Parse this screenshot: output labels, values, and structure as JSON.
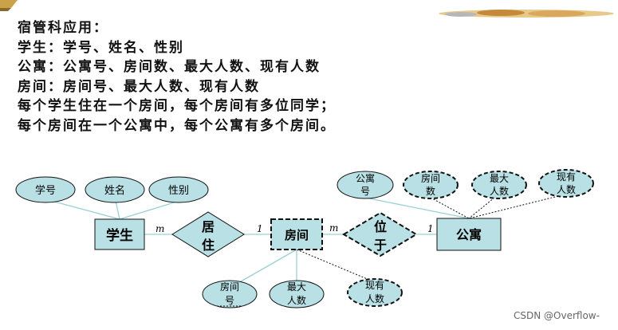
{
  "description_lines": [
    "宿管科应用：",
    "学生：学号、姓名、性别",
    "公寓：公寓号、房间数、最大人数、现有人数",
    "房间：房间号、最大人数、现有人数",
    "每个学生住在一个房间，每个房间有多位同学；",
    "每个房间在一个公寓中，每个公寓有多个房间。"
  ],
  "entities": {
    "student": "学生",
    "room": "房间",
    "apartment": "公寓"
  },
  "relationships": {
    "live": {
      "line1": "居",
      "line2": "住"
    },
    "located": {
      "line1": "位",
      "line2": "于"
    }
  },
  "attributes": {
    "student_id": "学号",
    "student_name": "姓名",
    "student_gender": "性别",
    "apt_id": {
      "line1": "公寓",
      "line2": "号"
    },
    "apt_room_count": {
      "line1": "房间",
      "line2": "数"
    },
    "apt_max": {
      "line1": "最大",
      "line2": "人数"
    },
    "apt_current": {
      "line1": "现有",
      "line2": "人数"
    },
    "room_id": {
      "line1": "房间",
      "line2": "号"
    },
    "room_max": {
      "line1": "最大",
      "line2": "人数"
    },
    "room_current": {
      "line1": "现有",
      "line2": "人数"
    }
  },
  "cardinalities": {
    "student_live": "m",
    "live_room": "1",
    "room_located": "m",
    "located_apt": "1"
  },
  "watermark": "CSDN @Overflow-",
  "colors": {
    "fill": "#b9e0e4",
    "stroke": "#111111",
    "line": "#9ad0d4"
  }
}
